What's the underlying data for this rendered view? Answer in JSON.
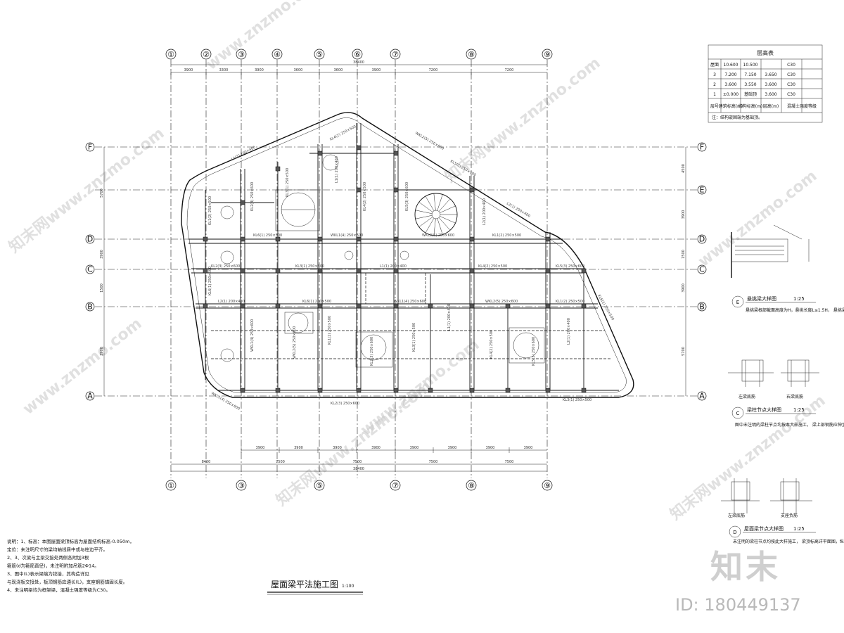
{
  "axes": {
    "numeric_top": [
      "①",
      "②",
      "③",
      "④",
      "⑤",
      "⑥",
      "⑦",
      "⑧",
      "⑨"
    ],
    "numeric_bottom": [
      "①",
      "③",
      "⑤",
      "⑦",
      "⑧",
      "⑨"
    ],
    "letters_left": [
      "F",
      "D",
      "C",
      "B",
      "A"
    ],
    "letters_right": [
      "F",
      "E",
      "D",
      "C",
      "B",
      "A"
    ]
  },
  "dimensions": {
    "top_spans": [
      "3900",
      "3300",
      "3900",
      "3600",
      "3600",
      "3900",
      "7200",
      "7200"
    ],
    "top_total": "38400",
    "bottom_inner": [
      "3900",
      "3900",
      "3900",
      "3900",
      "3900",
      "3900",
      "3900",
      "3900"
    ],
    "bottom_spans": [
      "8400",
      "7500",
      "7500",
      "7500",
      "7500"
    ],
    "bottom_total": "38400",
    "left_spans": [
      "5700",
      "3900",
      "1500",
      "3900",
      "5700"
    ],
    "right_spans": [
      "4500",
      "3900",
      "1500",
      "3900",
      "5700"
    ]
  },
  "floor_table": {
    "title": "层高表",
    "rows": [
      [
        "屋面",
        "10.600",
        "10.500",
        "",
        "C30"
      ],
      [
        "3",
        "7.200",
        "7.150",
        "3.650",
        "C30"
      ],
      [
        "2",
        "3.600",
        "3.550",
        "3.600",
        "C30"
      ],
      [
        "1",
        "±0.000",
        "基础顶",
        "3.600",
        "C30"
      ]
    ],
    "header": [
      "层号",
      "建筑标高(m)",
      "结构标高(m)",
      "层高(m)",
      "混凝土强度等级"
    ],
    "footnote": "注：结构嵌固端为基础顶。"
  },
  "notes": [
    "说明：1、标高：本图屋面梁顶标高为屋面结构标高-0.050m，",
    "   定位：未注明尺寸的梁均轴线居中或与柱边平齐。",
    "2、3、次梁与主梁交接处两侧各附加3根",
    "   箍筋(d为箍筋直径)，未注明附加吊筋2Φ14。",
    "3、图中(L)表示梁端为铰接，其构造详见",
    "   与现浇板交接处，板顶钢筋应通长(L)，支座钢筋锚固长度。",
    "4、未注明梁均为框架梁，混凝土强度等级为C30。"
  ],
  "drawing_title": "屋面梁平法施工图",
  "drawing_scale": "1:100",
  "details": [
    {
      "id": "E",
      "title": "悬挑梁大样图",
      "scale": "1:25",
      "note": "悬挑梁根部截面高度为H，悬挑长度L≤1.5H，\n悬挑梁配筋详大样施工。"
    },
    {
      "id": "C",
      "title": "梁柱节点大样图",
      "scale": "1:25",
      "note": "图中未注明的梁柱节点均按本大样施工，\n梁上部钢筋应伸至柱外侧纵筋内侧。"
    },
    {
      "id": "D",
      "title": "屋面梁节点大样图",
      "scale": "1:25",
      "note": "未注明的梁柱节点均按此大样施工，\n梁顶标高详平面图，纵筋锚固详图集。"
    }
  ],
  "detail_labels": {
    "left": "左梁底筋",
    "right": "右梁底筋",
    "mid": "支座负筋"
  },
  "watermarks": [
    "www.znzmo.com",
    "知末网www.znzmo.com",
    "知末网www.znzmo.com"
  ],
  "logo": "知末",
  "id_label": "ID: 180449137",
  "beam_labels": [
    "KL1(2) 250×500",
    "KL2(3) 250×600",
    "KL3(1) 250×500",
    "L1(1) 200×400",
    "KL4(2) 250×500",
    "KL5(3) 250×600",
    "L2(1) 200×400",
    "KL6(1) 250×500",
    "WKL1(4) 250×600",
    "WKL2(5) 250×600"
  ]
}
